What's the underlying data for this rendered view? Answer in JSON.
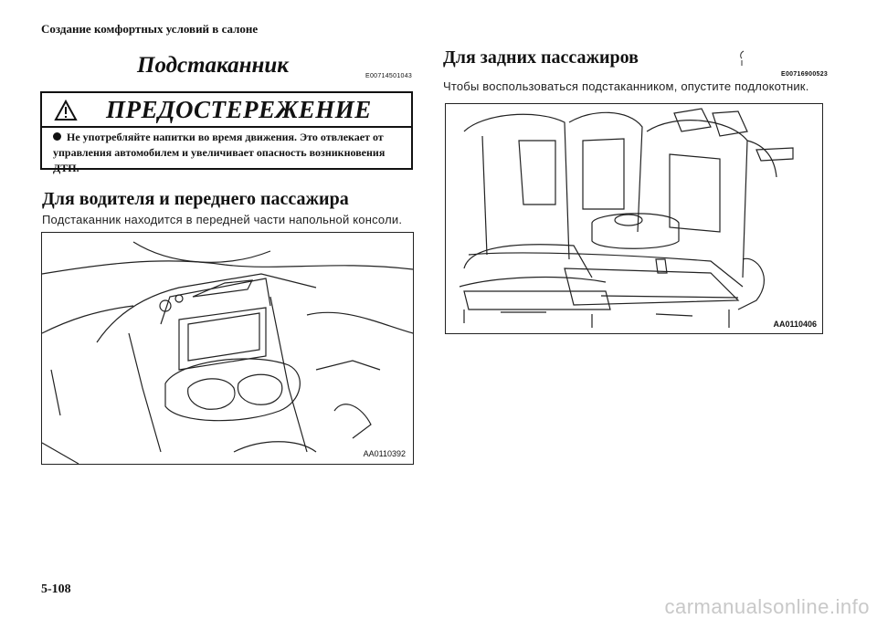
{
  "header": {
    "section": "Создание комфортных условий в салоне"
  },
  "left": {
    "title": "Подстаканник",
    "code": "E00714501043",
    "warning": {
      "title": "ПРЕДОСТЕРЕЖЕНИЕ",
      "text": "Не употребляйте напитки во время движения. Это отвлекает от управления автомобилем и увеличивает опасность возникновения ДТП."
    },
    "subtitle": "Для водителя и переднего пассажира",
    "text": "Подстаканник находится в передней части напольной консоли.",
    "figure_code": "AA0110392"
  },
  "right": {
    "subtitle": "Для задних пассажиров",
    "code": "E00716900523",
    "text": "Чтобы воспользоваться подстаканником, опустите подлокотник.",
    "figure_code": "AA0110406"
  },
  "footer": {
    "page": "5-108",
    "watermark": "carmanualsonline.info"
  },
  "icons": {
    "warning": "warning-triangle-icon",
    "bullet": "bullet-icon"
  }
}
